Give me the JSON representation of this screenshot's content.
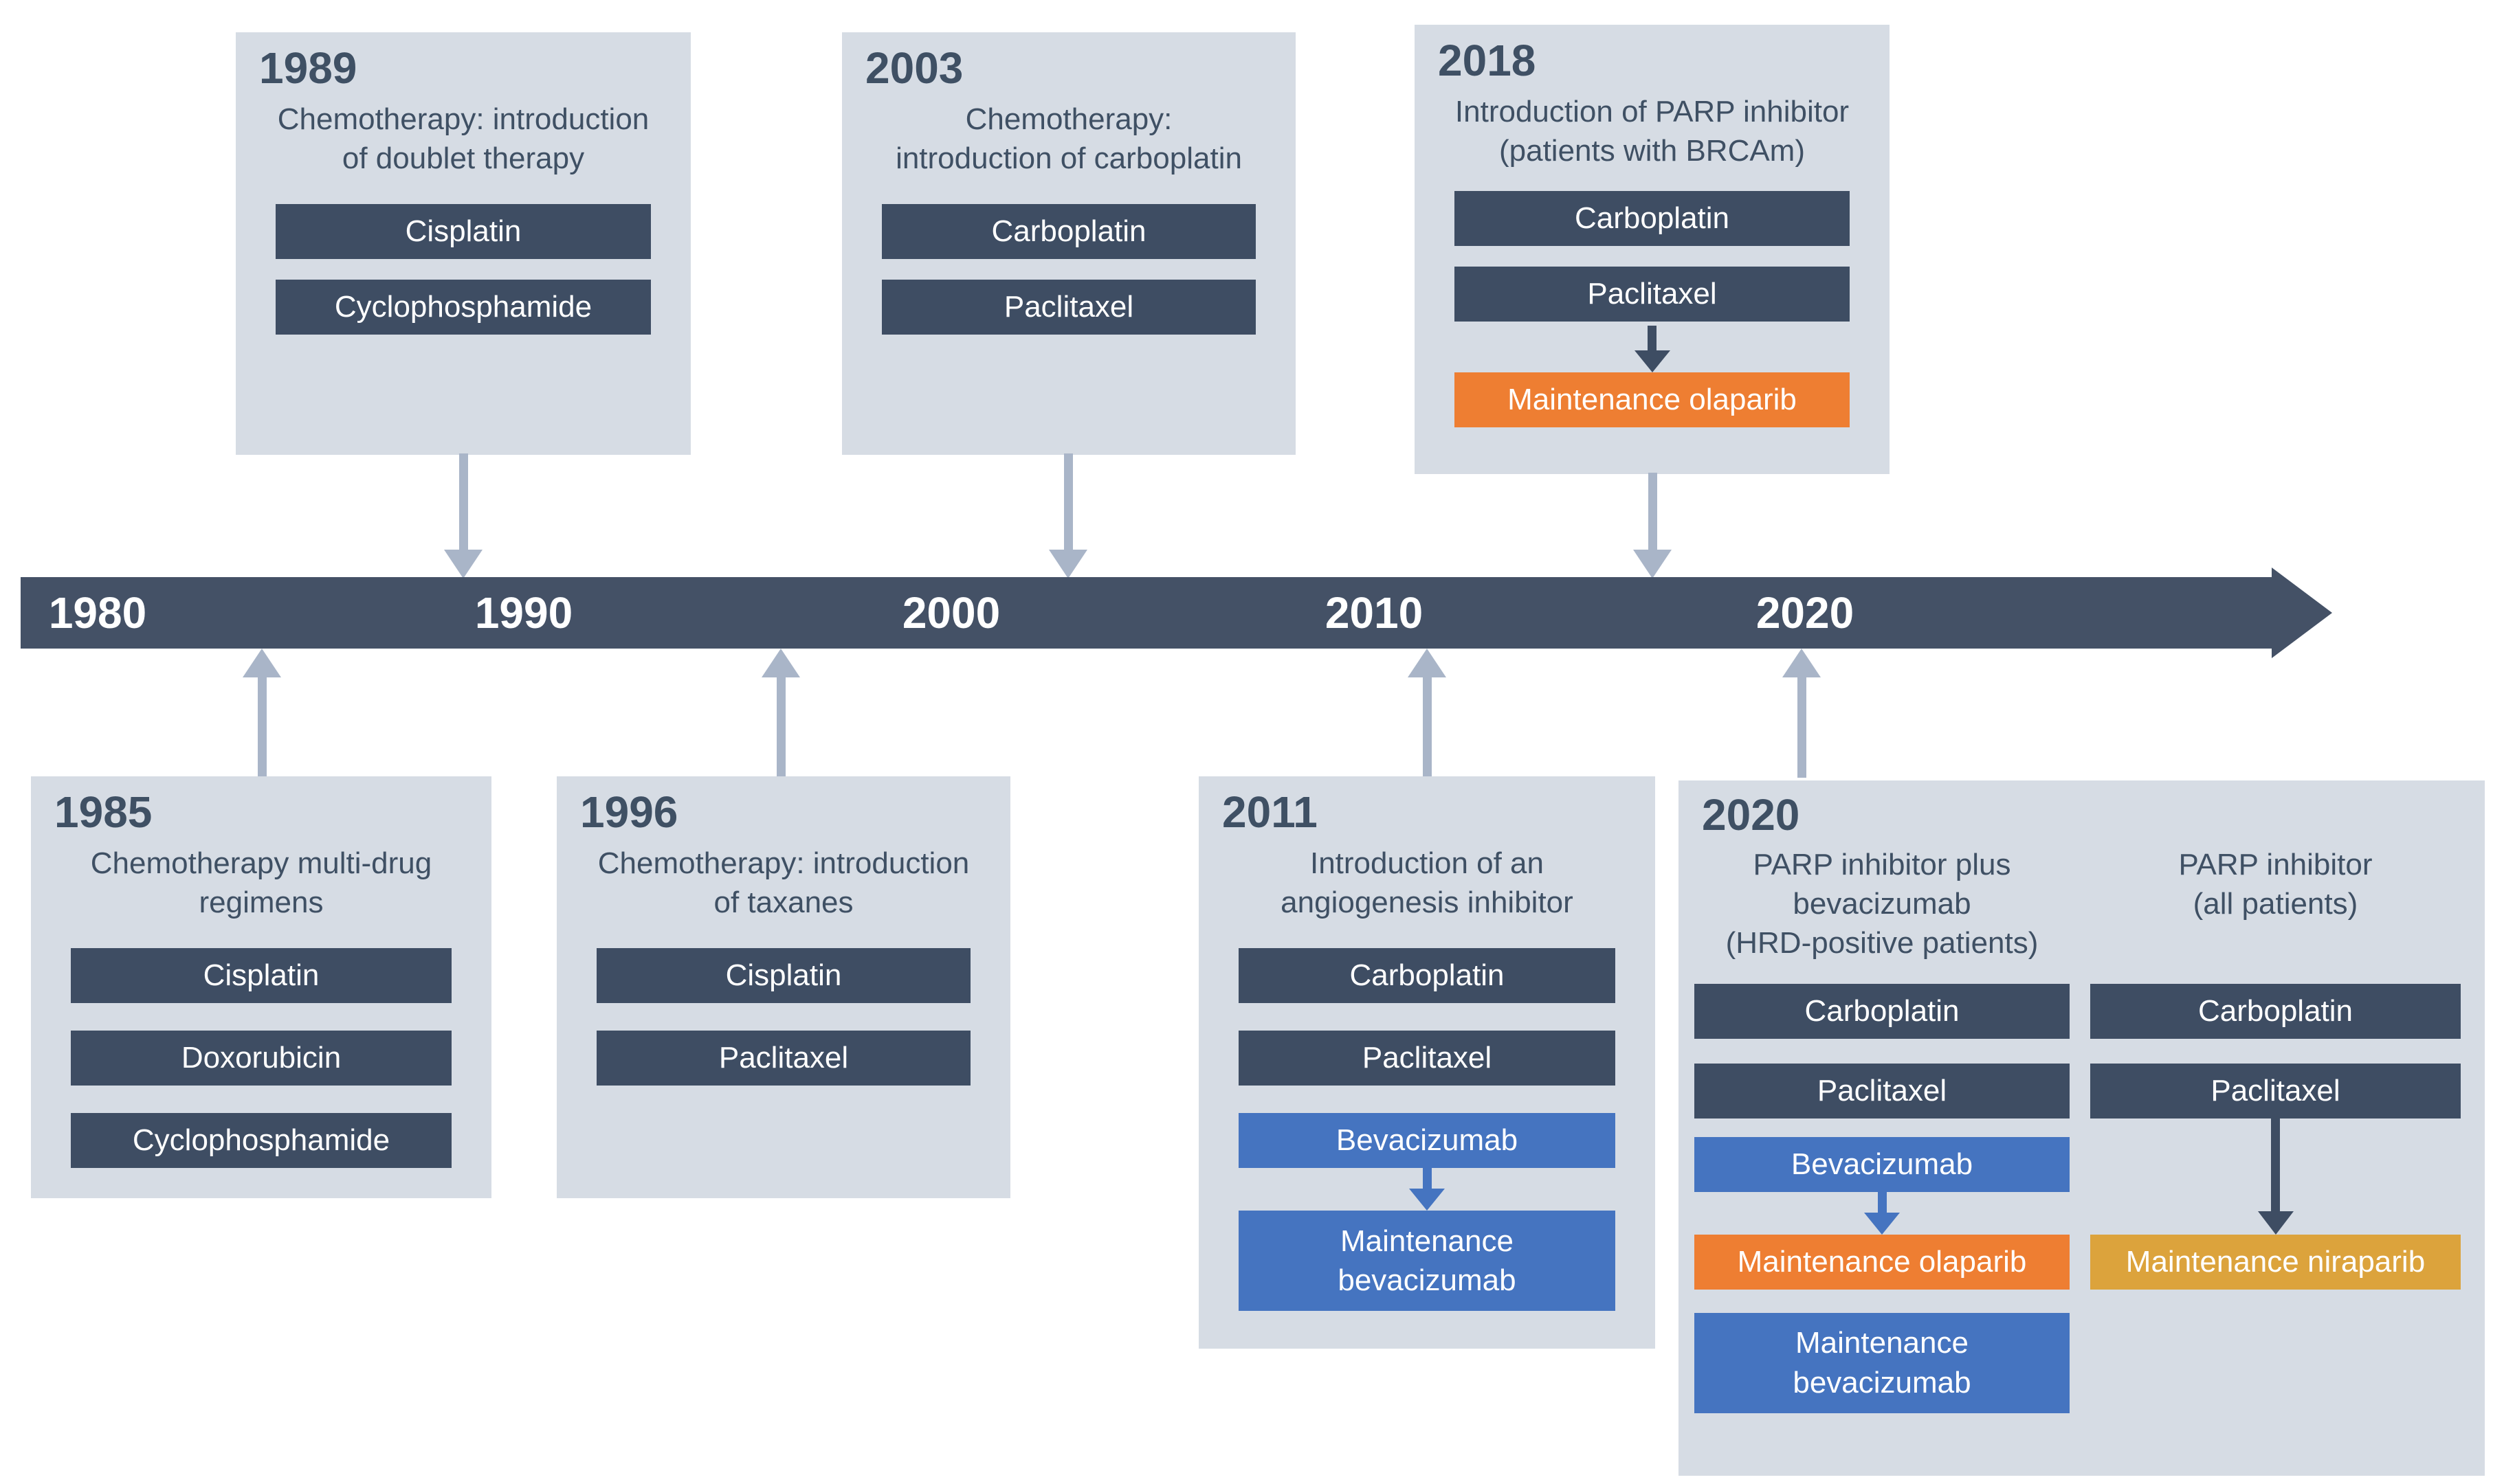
{
  "colors": {
    "page_bg": "#ffffff",
    "box_bg": "#d6dce4",
    "navy_pill": "#3e4d63",
    "navy_bar": "#445166",
    "blue": "#4574c0",
    "orange": "#ee7e32",
    "gold": "#dca33c",
    "arrow_light": "#a9b5c8",
    "text_navy": "#3f5064",
    "pill_text": "#ffffff"
  },
  "timeline": {
    "years": [
      "1980",
      "1990",
      "2000",
      "2010",
      "2020"
    ]
  },
  "events": {
    "e1989": {
      "year": "1989",
      "subtitle_lines": [
        "Chemotherapy: introduction",
        "of doublet therapy"
      ],
      "drugs": [
        {
          "label": "Cisplatin",
          "color": "#3e4d63"
        },
        {
          "label": "Cyclophosphamide",
          "color": "#3e4d63"
        }
      ]
    },
    "e2003": {
      "year": "2003",
      "subtitle_lines": [
        "Chemotherapy:",
        "introduction of carboplatin"
      ],
      "drugs": [
        {
          "label": "Carboplatin",
          "color": "#3e4d63"
        },
        {
          "label": "Paclitaxel",
          "color": "#3e4d63"
        }
      ]
    },
    "e2018": {
      "year": "2018",
      "subtitle_lines": [
        "Introduction of PARP inhibitor",
        "(patients with BRCAm)"
      ],
      "drugs": [
        {
          "label": "Carboplatin",
          "color": "#3e4d63"
        },
        {
          "label": "Paclitaxel",
          "color": "#3e4d63"
        },
        {
          "label": "Maintenance olaparib",
          "color": "#ee7e32"
        }
      ]
    },
    "e1985": {
      "year": "1985",
      "subtitle_lines": [
        "Chemotherapy multi-drug",
        "regimens"
      ],
      "drugs": [
        {
          "label": "Cisplatin",
          "color": "#3e4d63"
        },
        {
          "label": "Doxorubicin",
          "color": "#3e4d63"
        },
        {
          "label": "Cyclophosphamide",
          "color": "#3e4d63"
        }
      ]
    },
    "e1996": {
      "year": "1996",
      "subtitle_lines": [
        "Chemotherapy: introduction",
        "of taxanes"
      ],
      "drugs": [
        {
          "label": "Cisplatin",
          "color": "#3e4d63"
        },
        {
          "label": "Paclitaxel",
          "color": "#3e4d63"
        }
      ]
    },
    "e2011": {
      "year": "2011",
      "subtitle_lines": [
        "Introduction of an",
        "angiogenesis inhibitor"
      ],
      "drugs": [
        {
          "label": "Carboplatin",
          "color": "#3e4d63"
        },
        {
          "label": "Paclitaxel",
          "color": "#3e4d63"
        },
        {
          "label": "Bevacizumab",
          "color": "#4574c0"
        },
        {
          "label": "Maintenance\nbevacizumab",
          "color": "#4574c0"
        }
      ]
    },
    "e2020": {
      "year": "2020",
      "columns": [
        {
          "header_lines": [
            "PARP inhibitor plus",
            "bevacizumab",
            "(HRD-positive patients)"
          ],
          "drugs": [
            {
              "label": "Carboplatin",
              "color": "#3e4d63"
            },
            {
              "label": "Paclitaxel",
              "color": "#3e4d63"
            },
            {
              "label": "Bevacizumab",
              "color": "#4574c0"
            },
            {
              "label": "Maintenance olaparib",
              "color": "#ee7e32"
            },
            {
              "label": "Maintenance\nbevacizumab",
              "color": "#4574c0"
            }
          ]
        },
        {
          "header_lines": [
            "PARP inhibitor",
            "(all patients)"
          ],
          "drugs": [
            {
              "label": "Carboplatin",
              "color": "#3e4d63"
            },
            {
              "label": "Paclitaxel",
              "color": "#3e4d63"
            },
            {
              "label": "Maintenance niraparib",
              "color": "#dca33c"
            }
          ]
        }
      ]
    }
  }
}
